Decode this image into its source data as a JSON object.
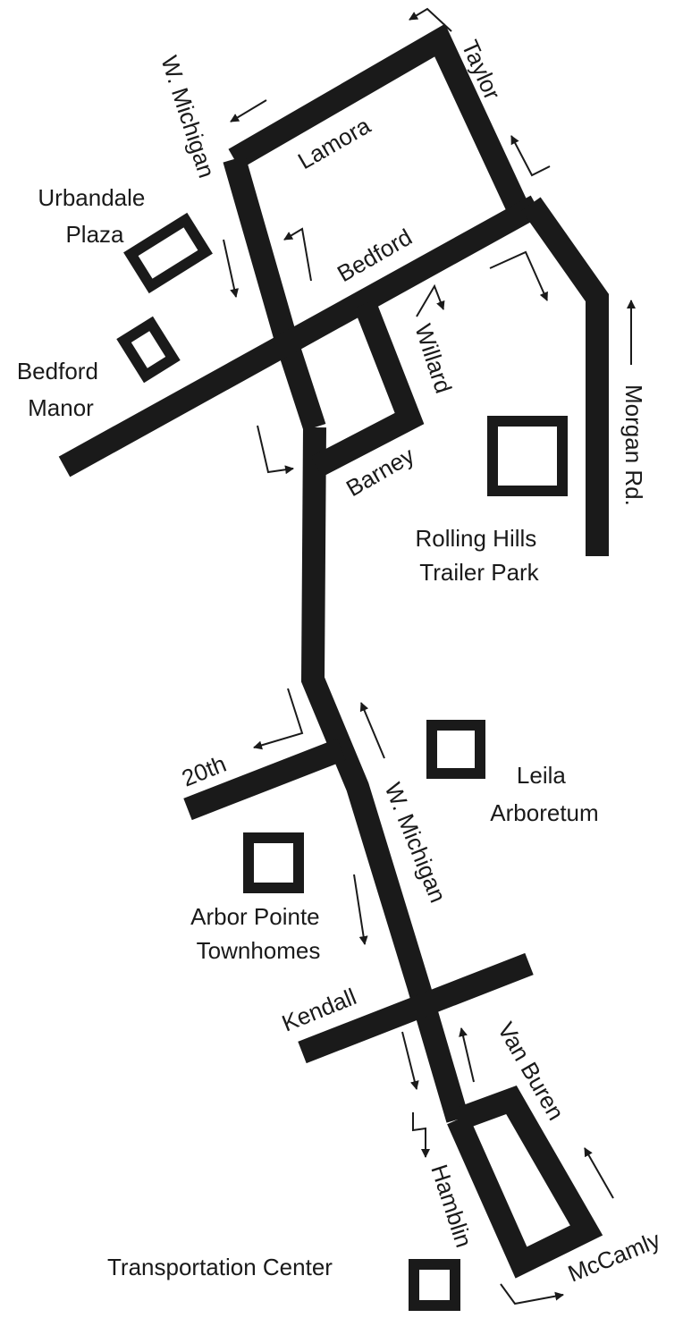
{
  "colors": {
    "ink": "#1a1a1a",
    "background": "#ffffff"
  },
  "streets": {
    "w_michigan_north": "W. Michigan",
    "w_michigan_south": "W. Michigan",
    "lamora": "Lamora",
    "taylor": "Taylor",
    "bedford": "Bedford",
    "willard": "Willard",
    "barney": "Barney",
    "morgan": "Morgan Rd.",
    "twentieth": "20th",
    "kendall": "Kendall",
    "van_buren": "Van Buren",
    "hamblin": "Hamblin",
    "mccamly": "McCamly"
  },
  "places": {
    "urbandale": [
      "Urbandale",
      "Plaza"
    ],
    "bedford_manor": [
      "Bedford",
      "Manor"
    ],
    "rolling_hills": [
      "Rolling Hills",
      "Trailer Park"
    ],
    "leila": [
      "Leila",
      "Arboretum"
    ],
    "arbor_pointe": [
      "Arbor Pointe",
      "Townhomes"
    ],
    "transportation": "Transportation Center"
  }
}
